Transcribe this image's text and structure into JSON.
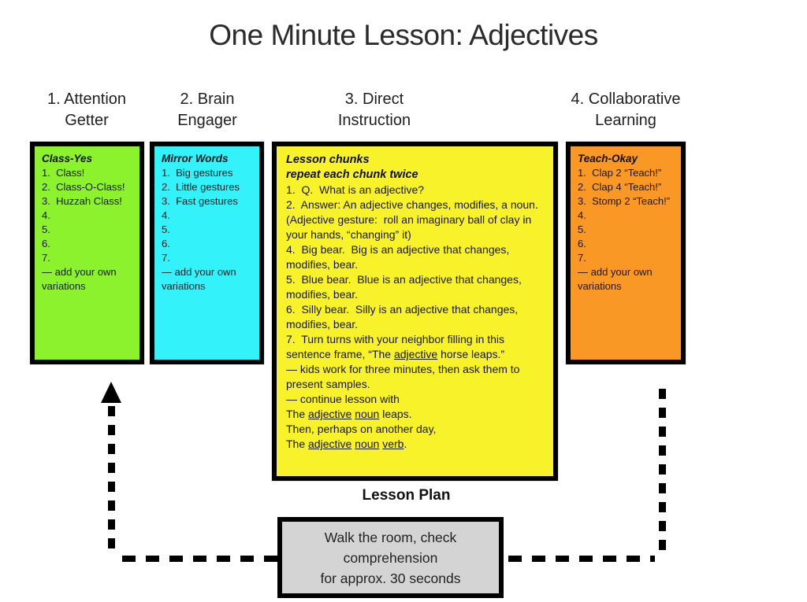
{
  "title": "One Minute Lesson: Adjectives",
  "attention_getter": {
    "header": "1. Attention\nGetter",
    "color": "#8CF22E",
    "box_title": "Class-Yes",
    "items": [
      "1.  Class!",
      "2.  Class-O-Class!",
      "3.  Huzzah Class!",
      "4.",
      "5.",
      "6.",
      "7.",
      "— add your own variations"
    ]
  },
  "brain_engager": {
    "header": "2. Brain\nEngager",
    "color": "#33F2FA",
    "box_title": "Mirror Words",
    "items": [
      "1.  Big gestures",
      "2.  Little gestures",
      "3.  Fast gestures",
      "4.",
      "5.",
      "6.",
      "7.",
      "— add your own variations"
    ]
  },
  "direct_instruction": {
    "header": "3. Direct\nInstruction",
    "color": "#F8F22B",
    "title_lines": [
      "Lesson chunks",
      "repeat each chunk twice"
    ],
    "paragraphs": [
      {
        "segments": [
          {
            "t": "1.  Q.  What is an adjective?"
          }
        ]
      },
      {
        "segments": [
          {
            "t": "2.  Answer: An adjective changes, modifies, a noun.  (Adjective gesture:  roll an imaginary ball of clay in your hands, “changing” it)"
          }
        ]
      },
      {
        "segments": [
          {
            "t": "4.  Big bear.  Big is an adjective that changes, modifies, bear."
          }
        ]
      },
      {
        "segments": [
          {
            "t": "5.  Blue bear.  Blue is an adjective that changes, modifies, bear."
          }
        ]
      },
      {
        "segments": [
          {
            "t": "6.  Silly bear.  Silly is an adjective that changes, modifies, bear."
          }
        ]
      },
      {
        "segments": [
          {
            "t": "7.  Turn turns with your neighbor filling in this sentence frame, “The "
          },
          {
            "t": "adjective",
            "u": true
          },
          {
            "t": " horse leaps.”"
          }
        ]
      },
      {
        "segments": [
          {
            "t": "— kids work for three minutes, then ask them to present samples."
          }
        ]
      },
      {
        "segments": [
          {
            "t": "— continue lesson with"
          }
        ]
      },
      {
        "segments": [
          {
            "t": "The "
          },
          {
            "t": "adjective",
            "u": true
          },
          {
            "t": " "
          },
          {
            "t": "noun",
            "u": true
          },
          {
            "t": " leaps."
          }
        ]
      },
      {
        "segments": [
          {
            "t": "Then, perhaps on another day,"
          }
        ]
      },
      {
        "segments": [
          {
            "t": "The "
          },
          {
            "t": "adjective",
            "u": true
          },
          {
            "t": " "
          },
          {
            "t": "noun",
            "u": true
          },
          {
            "t": " "
          },
          {
            "t": "verb",
            "u": true
          },
          {
            "t": "."
          }
        ]
      }
    ]
  },
  "collaborative_learning": {
    "header": "4. Collaborative\nLearning",
    "color": "#FA9826",
    "box_title": "Teach-Okay",
    "items": [
      "1.  Clap 2 “Teach!”",
      "2.  Clap 4 “Teach!”",
      "3.  Stomp 2 “Teach!”",
      "4.",
      "5.",
      "6.",
      "7.",
      "— add your own variations"
    ]
  },
  "lesson_plan_label": "Lesson Plan",
  "walk_box": {
    "color": "#D4D4D4",
    "text": "Walk the room, check\ncomprehension\nfor approx. 30 seconds"
  }
}
